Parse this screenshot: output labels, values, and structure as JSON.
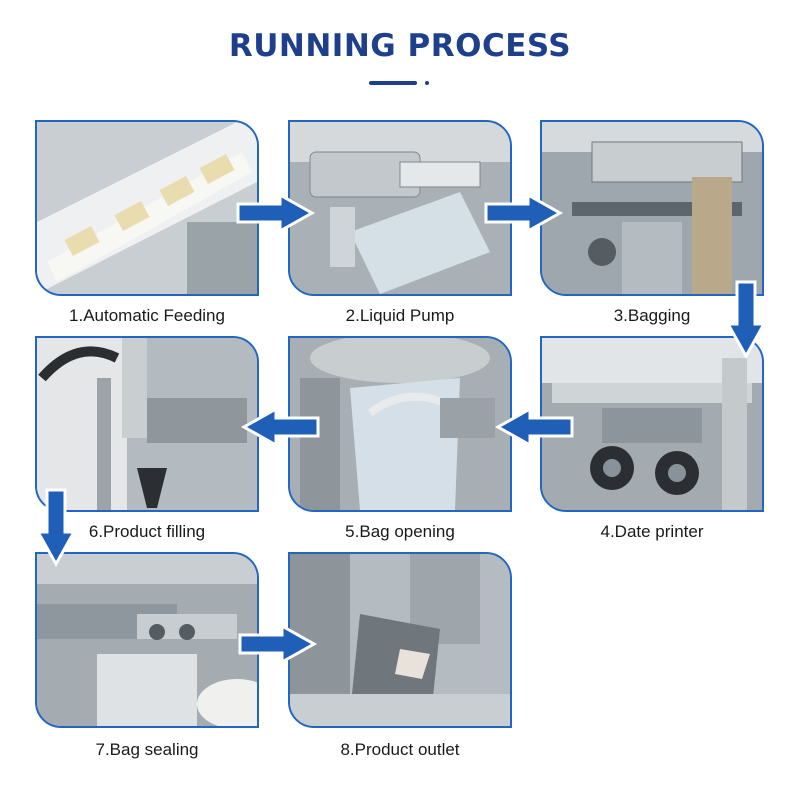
{
  "title": "RUNNING PROCESS",
  "steps": [
    {
      "label": "1.Automatic Feeding"
    },
    {
      "label": "2.Liquid Pump"
    },
    {
      "label": "3.Bagging"
    },
    {
      "label": "4.Date printer"
    },
    {
      "label": "5.Bag opening"
    },
    {
      "label": "6.Product filling"
    },
    {
      "label": "7.Bag sealing"
    },
    {
      "label": "8.Product outlet"
    }
  ],
  "colors": {
    "accent": "#1d3f8c",
    "frame": "#2266c4",
    "arrow": "#1f5fb8"
  }
}
